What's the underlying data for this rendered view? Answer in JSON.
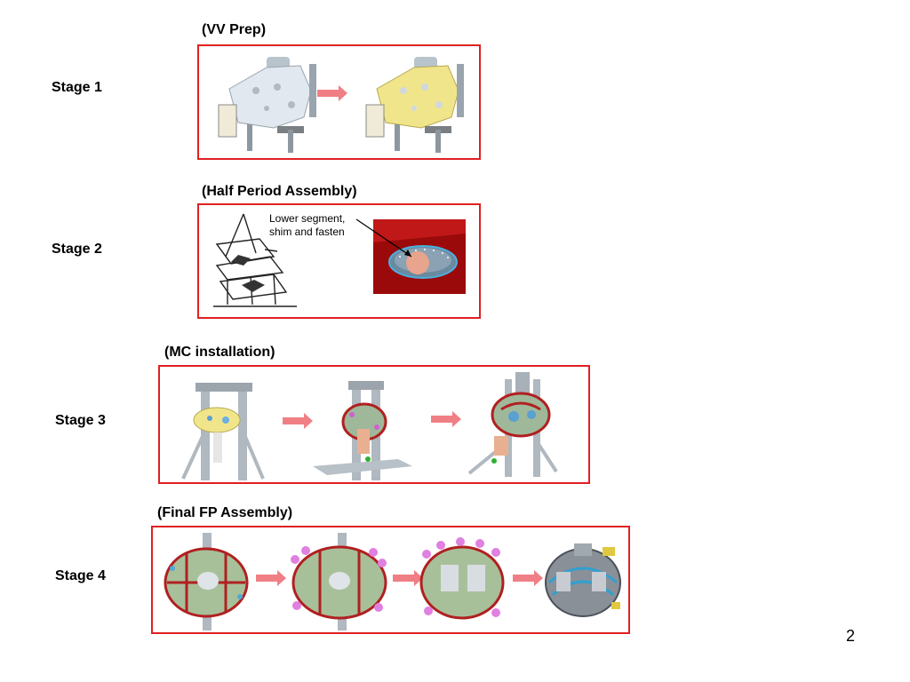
{
  "stages": [
    {
      "label": "Stage 1",
      "title": "(VV Prep)"
    },
    {
      "label": "Stage 2",
      "title": "(Half Period Assembly)",
      "annotation": [
        "Lower segment,",
        "shim and fasten"
      ]
    },
    {
      "label": "Stage 3",
      "title": "(MC installation)"
    },
    {
      "label": "Stage 4",
      "title": "(Final FP Assembly)"
    }
  ],
  "page_number": "2",
  "colors": {
    "frame": "#e02020",
    "arrow": "#f08080"
  }
}
